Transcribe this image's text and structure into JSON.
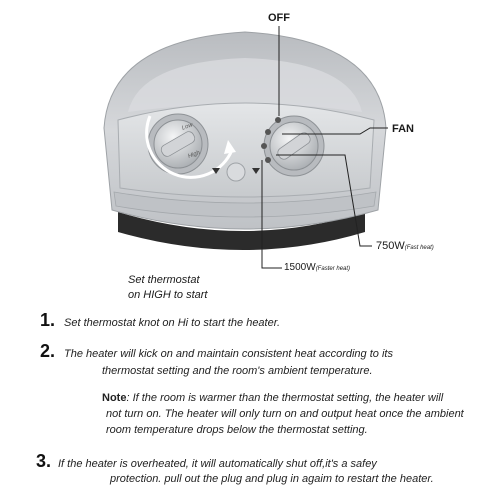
{
  "labels": {
    "off": "OFF",
    "fan": "FAN",
    "high_watt": "750W",
    "high_watt_note": "(Fast heat)",
    "low_watt": "1500W",
    "low_watt_note": "(Faster heat)",
    "knob_low": "Low",
    "knob_high": "High"
  },
  "caption": {
    "line1": "Set thermostat",
    "line2": "on HIGH to start"
  },
  "steps": [
    {
      "number": "1.",
      "lines": [
        "Set thermostat knot on Hi to start the heater."
      ]
    },
    {
      "number": "2.",
      "lines": [
        "The heater will kick on and maintain consistent heat according to its",
        "thermostat setting and the room's ambient temperature."
      ],
      "note_label": "Note",
      "note_lines": [
        ": If the room is warmer than the thermostat setting, the heater will",
        "not turn on. The heater will only turn on and output heat once the ambient",
        "room temperature drops below the thermostat setting."
      ]
    },
    {
      "number": "3.",
      "lines": [
        "If the heater is overheated, it will automatically shut off,it's a safey",
        "protection. pull out the plug and plug in agaim to restart the heater."
      ]
    }
  ],
  "colors": {
    "body_silver": "#c9cccf",
    "grille": "#2b2b2b",
    "text": "#222222"
  }
}
